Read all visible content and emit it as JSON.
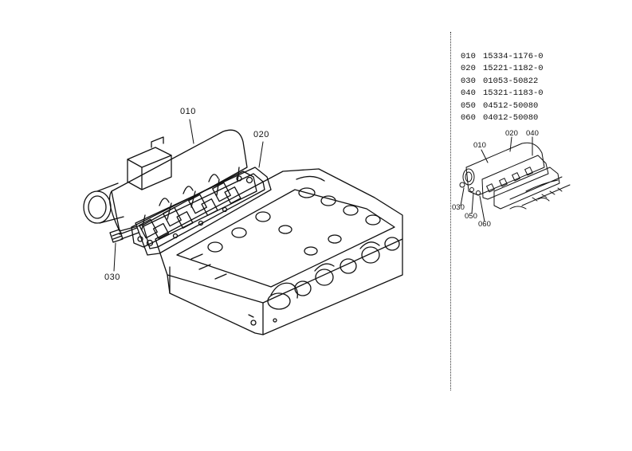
{
  "parts": [
    {
      "ref": "010",
      "part_no": "15334-1176-0"
    },
    {
      "ref": "020",
      "part_no": "15221-1182-0"
    },
    {
      "ref": "030",
      "part_no": "01053-50822"
    },
    {
      "ref": "040",
      "part_no": "15321-1183-0"
    },
    {
      "ref": "050",
      "part_no": "04512-50080"
    },
    {
      "ref": "060",
      "part_no": "04012-50080"
    }
  ],
  "callouts": {
    "main_010": "010",
    "main_020": "020",
    "main_030": "030",
    "thumb_010": "010",
    "thumb_020": "020",
    "thumb_040": "040",
    "thumb_030": "030",
    "thumb_050": "050",
    "thumb_060": "060"
  }
}
